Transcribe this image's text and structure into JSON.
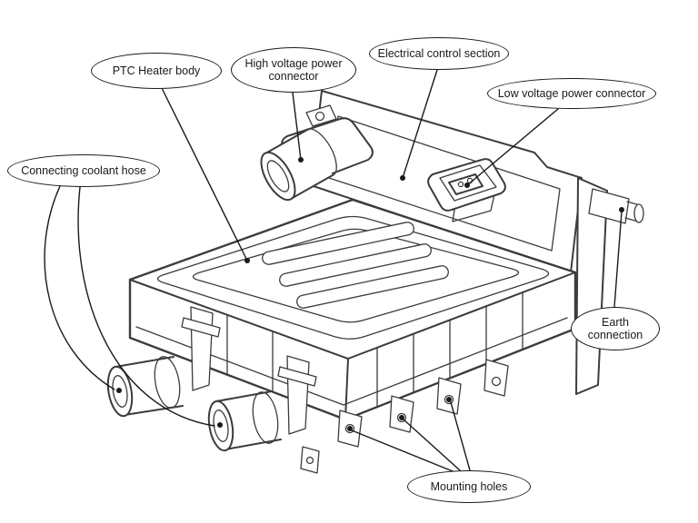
{
  "labels": {
    "ptc_heater_body": "PTC Heater body",
    "high_voltage_power_connector": "High voltage power connector",
    "electrical_control_section": "Electrical control section",
    "low_voltage_power_connector": "Low voltage power connector",
    "connecting_coolant_hose": "Connecting coolant hose",
    "earth_connection": "Earth connection",
    "mounting_holes": "Mounting holes"
  },
  "colors": {
    "ink": "#1a1a1a",
    "drawing": "#3c3c3c",
    "background": "#ffffff"
  }
}
